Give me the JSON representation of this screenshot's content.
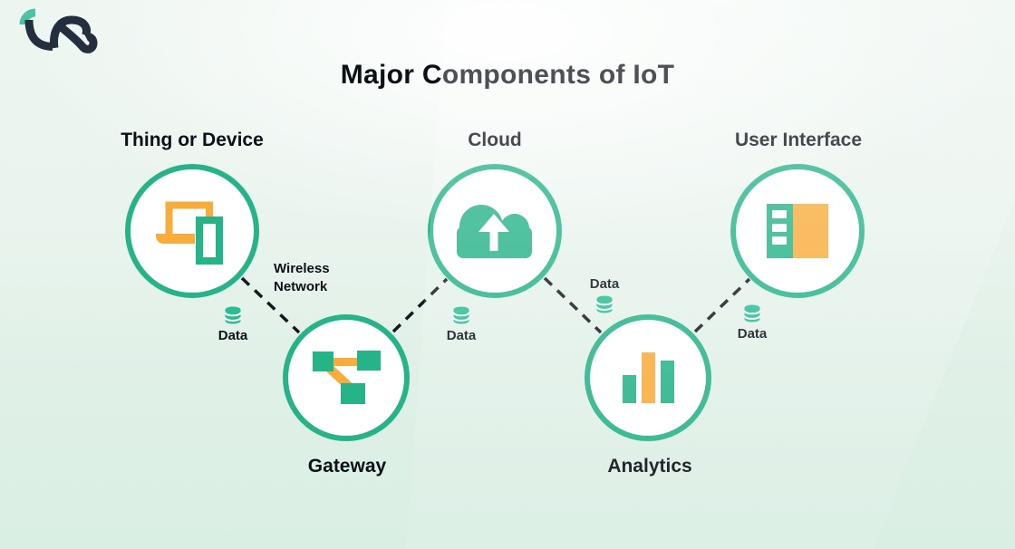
{
  "header": {
    "title": "Major Components of IoT"
  },
  "logo": {
    "name": "tro",
    "teal": "#4cc3a5",
    "navy": "#232e3e"
  },
  "theme": {
    "accent_green": "#27b388",
    "accent_orange": "#f8ac3b",
    "text_color": "#0c1116",
    "connector_color": "#15181c",
    "circle_fill": "#ffffff",
    "background_top": "#f4faf6",
    "background_bottom": "#daefe4"
  },
  "nodes": [
    {
      "id": "thing-or-device",
      "label": "Thing or Device",
      "icon": "devices-icon"
    },
    {
      "id": "gateway",
      "label": "Gateway",
      "icon": "network-nodes-icon"
    },
    {
      "id": "cloud",
      "label": "Cloud",
      "icon": "cloud-upload-icon"
    },
    {
      "id": "analytics",
      "label": "Analytics",
      "icon": "bar-chart-icon"
    },
    {
      "id": "user-interface",
      "label": "User Interface",
      "icon": "dashboard-icon"
    }
  ],
  "badges": [
    {
      "label": "Data",
      "position": "thing-gateway"
    },
    {
      "label": "Data",
      "position": "gateway-cloud"
    },
    {
      "label": "Data",
      "position": "cloud-analytics"
    },
    {
      "label": "Data",
      "position": "analytics-ui"
    }
  ],
  "wireless_label": "Wireless Network"
}
